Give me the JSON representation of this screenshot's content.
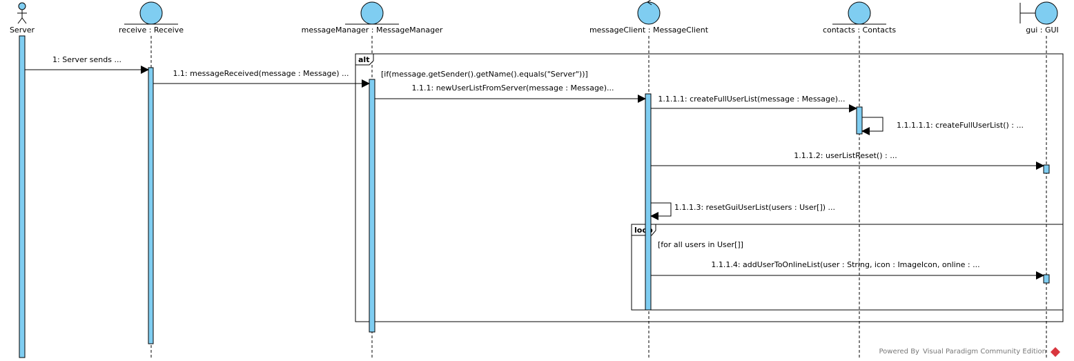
{
  "participants": {
    "server": "Server",
    "receive": "receive : Receive",
    "messageManager": "messageManager : MessageManager",
    "messageClient": "messageClient : MessageClient",
    "contacts": "contacts : Contacts",
    "gui": "gui : GUI"
  },
  "fragments": {
    "alt_tag": "alt",
    "alt_guard": "[if(message.getSender().getName().equals(\"Server\"))]",
    "loop_tag": "loop",
    "loop_guard": "[for all users in User[]]"
  },
  "messages": {
    "m1": "1: Server sends ...",
    "m11": "1.1: messageReceived(message : Message) ...",
    "m111": "1.1.1: newUserListFromServer(message : Message)...",
    "m1111": "1.1.1.1: createFullUserList(message : Message)...",
    "m11111": "1.1.1.1.1: createFullUserList() : ...",
    "m1112": "1.1.1.2: userListReset() : ...",
    "m1113": "1.1.1.3: resetGuiUserList(users : User[]) ...",
    "m1114": "1.1.1.4: addUserToOnlineList(user : String, icon : ImageIcon, online : ..."
  },
  "footer": "Powered By Visual Paradigm Community Edition",
  "colors": {
    "fill": "#7fcdf1",
    "line": "#000000"
  }
}
